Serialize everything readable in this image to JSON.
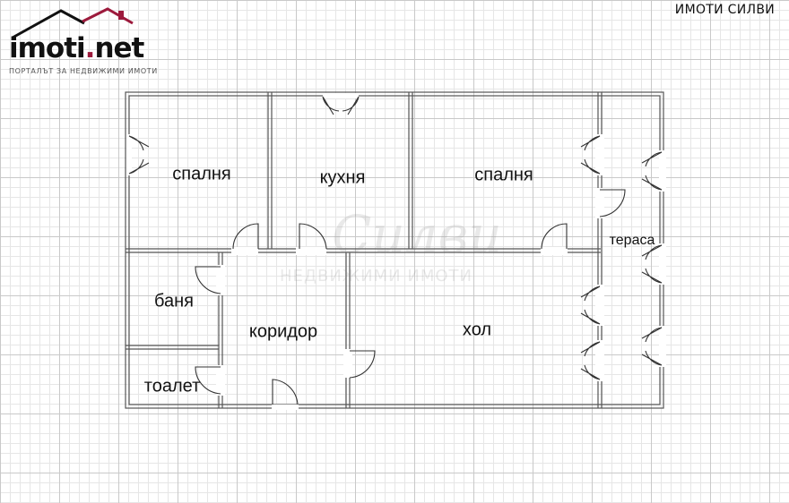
{
  "brand": {
    "logo_text": "imoti",
    "logo_dot": ".",
    "logo_tld": "net",
    "tagline": "ПОРТАЛЪТ ЗА НЕДВИЖИМИ ИМОТИ",
    "agency": "ИМОТИ СИЛВИ",
    "colors": {
      "roof": "#9c1a3c",
      "text": "#111111"
    }
  },
  "watermark": {
    "script": "Силви",
    "sub": "НЕДВИЖИМИ ИМОТИ"
  },
  "rooms": {
    "bedroom_left": "спалня",
    "kitchen": "кухня",
    "bedroom_right": "спалня",
    "terrace": "тераса",
    "bathroom": "баня",
    "corridor": "коридор",
    "living": "хол",
    "toilet": "тоалет"
  }
}
